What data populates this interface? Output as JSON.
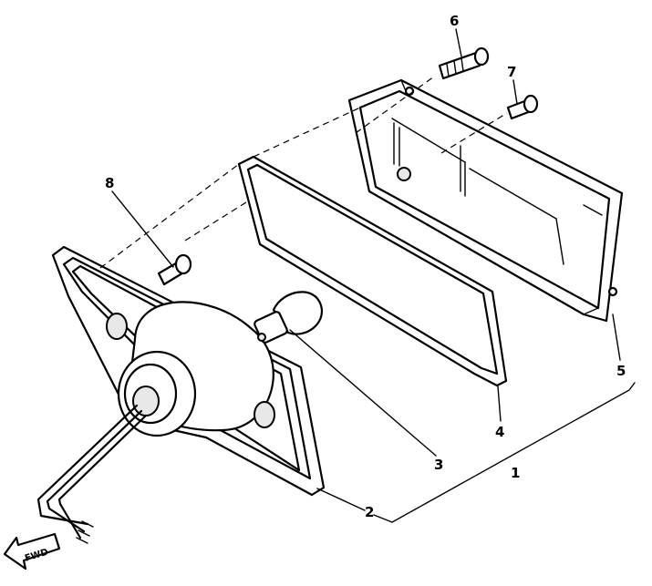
{
  "callouts": [
    {
      "id": "1",
      "label": "1"
    },
    {
      "id": "2",
      "label": "2"
    },
    {
      "id": "3",
      "label": "3"
    },
    {
      "id": "4",
      "label": "4"
    },
    {
      "id": "5",
      "label": "5"
    },
    {
      "id": "6",
      "label": "6"
    },
    {
      "id": "7",
      "label": "7"
    },
    {
      "id": "8",
      "label": "8"
    }
  ],
  "direction_arrow": {
    "label": "FWD"
  }
}
